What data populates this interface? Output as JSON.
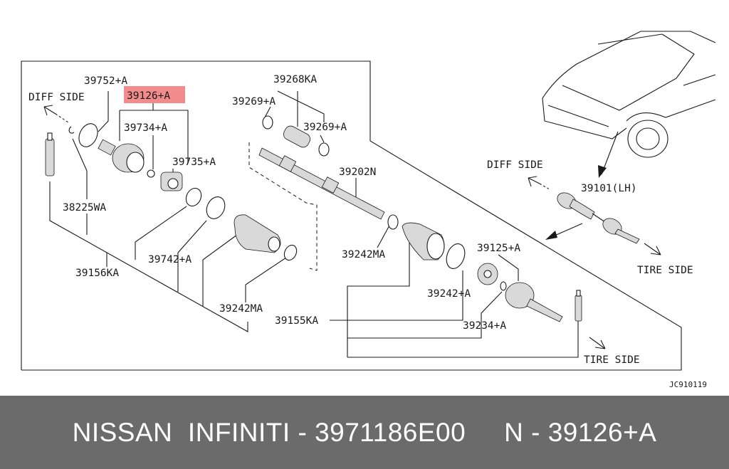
{
  "labels": {
    "diff_side_left": "DIFF SIDE",
    "diff_side_right": "DIFF SIDE",
    "tire_side_right": "TIRE SIDE",
    "tire_side_bottom": "TIRE SIDE",
    "p39752": "39752+A",
    "p39126": "39126+A",
    "p39734": "39734+A",
    "p39735": "39735+A",
    "p38225": "38225WA",
    "p39742": "39742+A",
    "p39156": "39156KA",
    "p39242ma_left": "39242MA",
    "p39268": "39268KA",
    "p39269_a": "39269+A",
    "p39269_b": "39269+A",
    "p39202": "39202N",
    "p39242ma_mid": "39242MA",
    "p39125": "39125+A",
    "p39242": "39242+A",
    "p39155": "39155KA",
    "p39234": "39234+A",
    "p39101": "39101(LH)",
    "diagram_code": "JC910119"
  },
  "highlight": {
    "part": "39126+A",
    "color": "#f28b8b"
  },
  "footer": {
    "text": "NISSAN  INFINITI - 3971186E00     N - 39126+A",
    "background": "#6b6b6b"
  }
}
